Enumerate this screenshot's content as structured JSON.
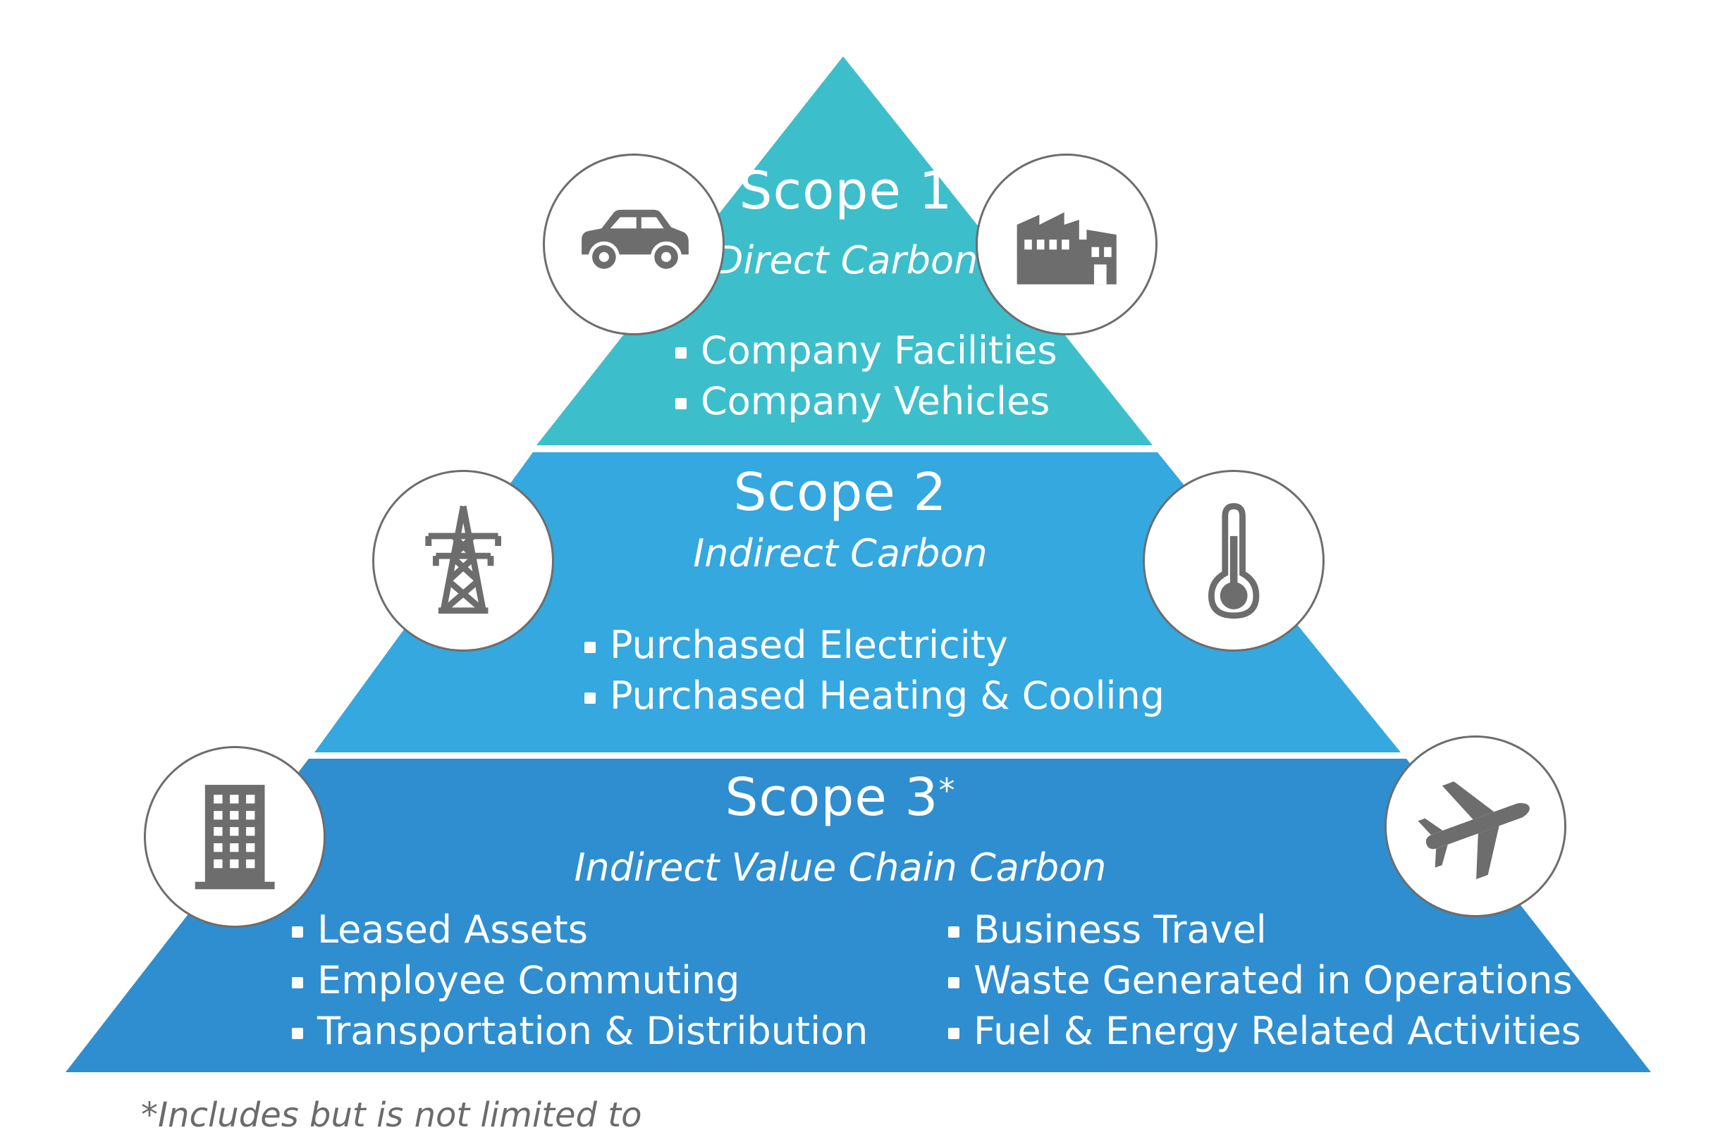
{
  "colors": {
    "scope1": "#3cbfcb",
    "scope2": "#34a8df",
    "scope3": "#2f8ecf",
    "icon_gray": "#6d6d6d",
    "footnote_gray": "#6b6b6b"
  },
  "scope1": {
    "title": "Scope 1",
    "subtitle": "Direct Carbon",
    "items": [
      "Company Facilities",
      "Company Vehicles"
    ],
    "icons": [
      "car-icon",
      "factory-icon"
    ]
  },
  "scope2": {
    "title": "Scope 2",
    "subtitle": "Indirect Carbon",
    "items": [
      "Purchased Electricity",
      "Purchased Heating & Cooling"
    ],
    "icons": [
      "power-tower-icon",
      "thermometer-icon"
    ]
  },
  "scope3": {
    "title": "Scope 3",
    "title_mark": "*",
    "subtitle": "Indirect Value Chain Carbon",
    "items_left": [
      "Leased Assets",
      "Employee Commuting",
      "Transportation & Distribution"
    ],
    "items_right": [
      "Business Travel",
      "Waste Generated in Operations",
      "Fuel & Energy Related Activities"
    ],
    "icons": [
      "office-building-icon",
      "airplane-icon"
    ]
  },
  "footnote": "*Includes but is not limited to"
}
